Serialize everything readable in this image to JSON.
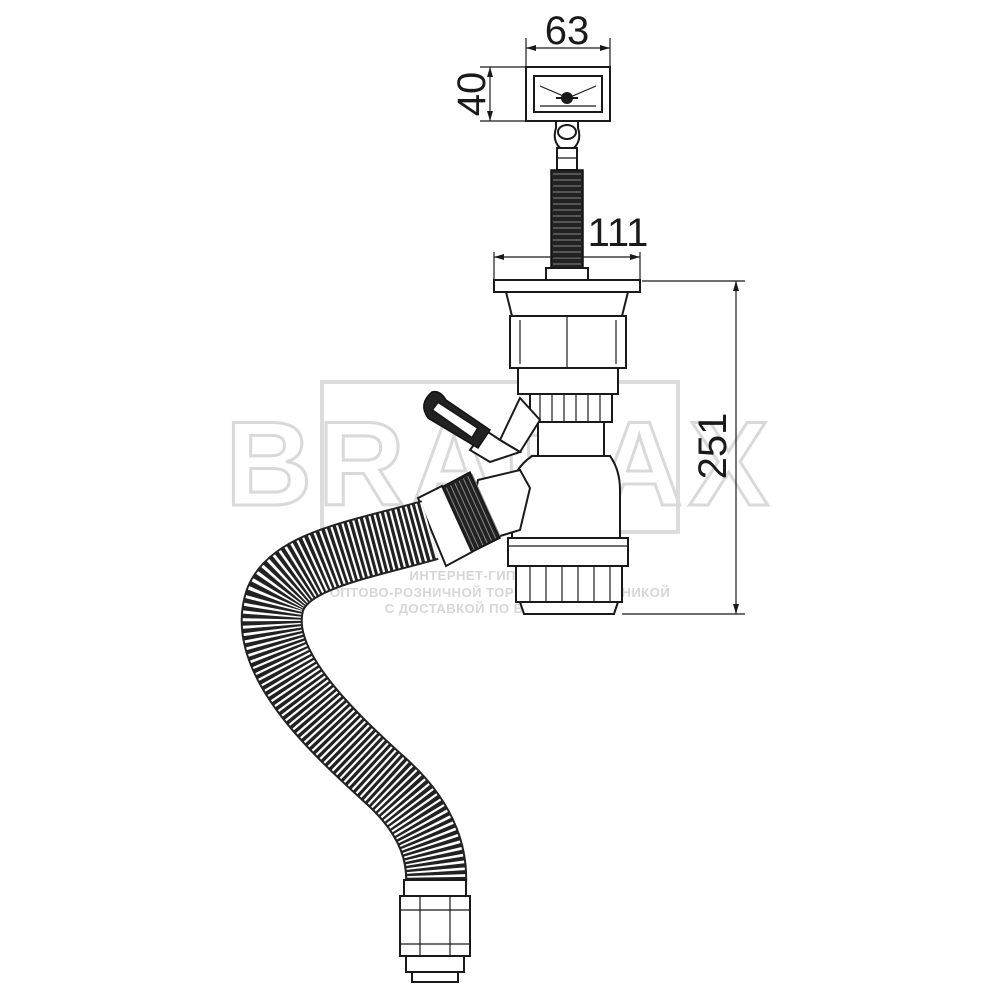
{
  "dimensions": {
    "overflow_width": "63",
    "overflow_height": "40",
    "outlet_width": "111",
    "total_height": "251"
  },
  "watermark": {
    "brand": "BRABAX",
    "line1": "ИНТЕРНЕТ-ГИПЕРМАРКЕТ",
    "line2": "ОПТОВО-РОЗНИЧНОЙ ТОРГОВЛИ САНТЕХНИКОЙ",
    "line3": "С ДОСТАВКОЙ ПО ВСЕЙ РОССИИ"
  },
  "colors": {
    "line": "#1a1a1a",
    "hose": "#222222",
    "watermark": "#d9d9d9"
  }
}
